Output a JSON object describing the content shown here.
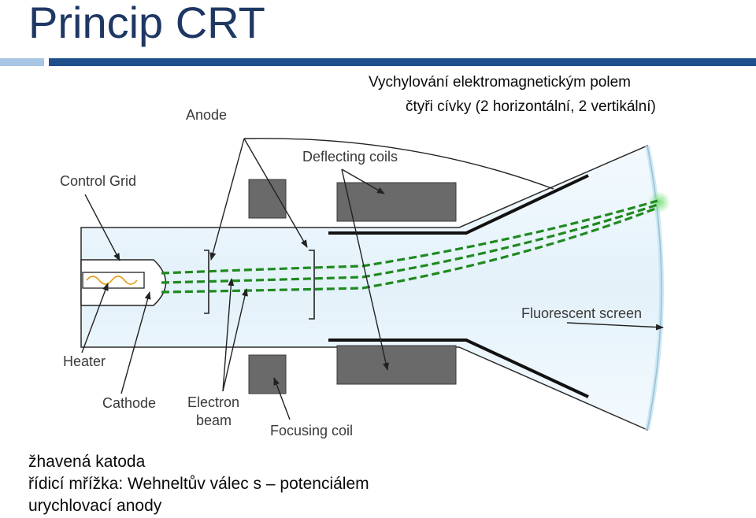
{
  "slide": {
    "title": "Princip CRT",
    "deflection_note": {
      "line1": "Vychylování elektromagnetickým polem",
      "line2": "čtyři cívky (2 horizontální, 2 vertikální)"
    },
    "notes": [
      "žhavená katoda",
      "řídicí mřížka: Wehneltův válec s   – potenciálem",
      "urychlovací anody"
    ]
  },
  "diagram": {
    "labels": {
      "anode": "Anode",
      "deflecting_coils": "Deflecting coils",
      "control_grid": "Control Grid",
      "fluorescent_screen": "Fluorescent screen",
      "heater": "Heater",
      "cathode": "Cathode",
      "electron_beam_1": "Electron",
      "electron_beam_2": "beam",
      "focusing_coil": "Focusing coil"
    },
    "colors": {
      "beam": "#1e8a1e",
      "coil": "#5a5a5a",
      "tube_fill": "#eaf5fc",
      "heater_wave": "#e8a020"
    }
  }
}
